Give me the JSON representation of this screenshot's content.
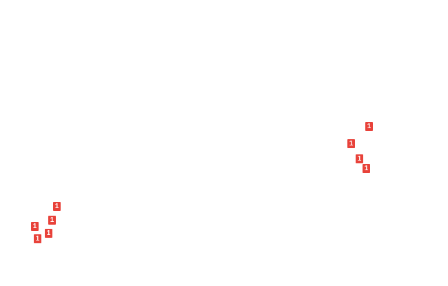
{
  "colors": {
    "background": "#ffffff",
    "marker_fill": "#e8423a",
    "marker_text": "#ffffff"
  },
  "markers": [
    {
      "label": "1"
    },
    {
      "label": "1"
    },
    {
      "label": "1"
    },
    {
      "label": "1"
    },
    {
      "label": "1"
    },
    {
      "label": "1"
    },
    {
      "label": "1"
    },
    {
      "label": "1"
    },
    {
      "label": "1"
    }
  ]
}
